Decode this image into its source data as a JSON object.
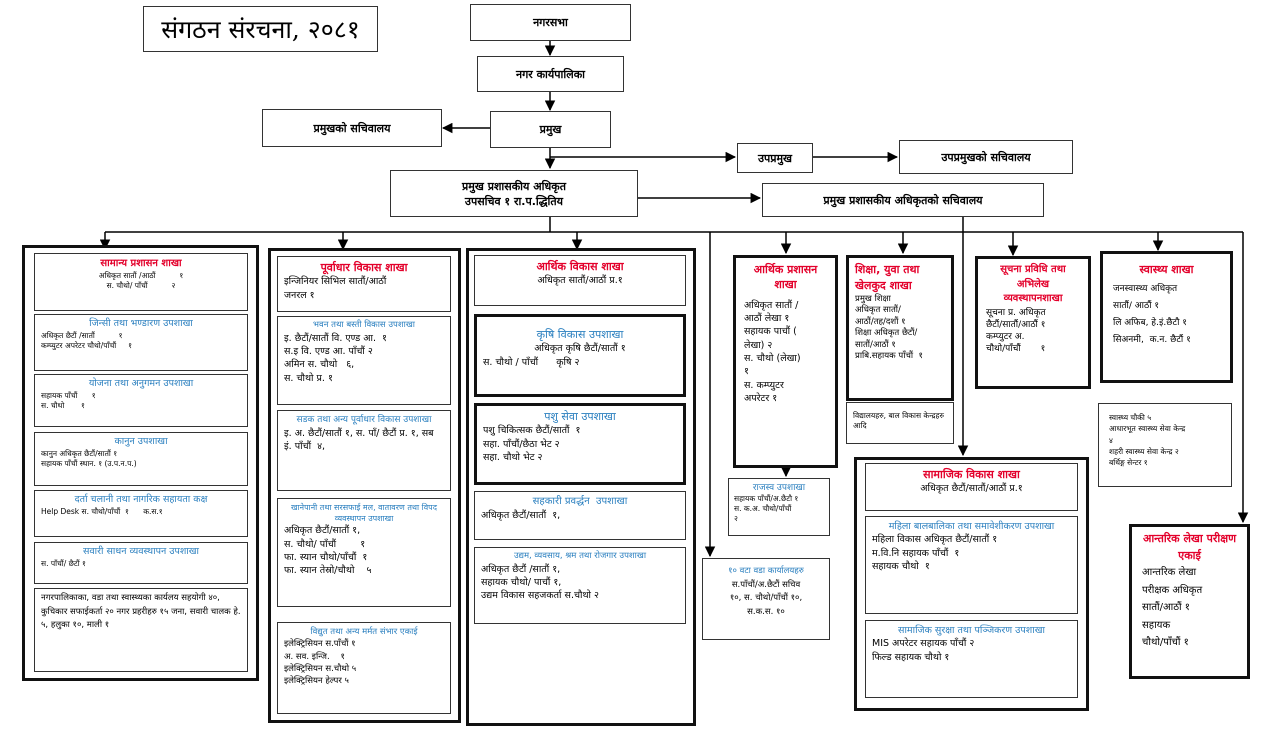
{
  "title": "संगठन संरचना, २०८१",
  "top": {
    "nagarsabha": "नगरसभा",
    "karyapalika": "नगर कार्यपालिका",
    "pramukh": "प्रमुख",
    "pramukh_sachivalaya": "प्रमुखको सचिवालय",
    "upapramukh": "उपप्रमुख",
    "upapramukh_sachivalaya": "उपप्रमुखको सचिवालय",
    "cao_line1": "प्रमुख प्रशासकीय अधिकृत",
    "cao_line2": "उपसचिव १ रा.प.द्धितिय",
    "cao_sachivalaya": "प्रमुख प्रशासकीय अधिकृतको सचिवालय"
  },
  "col1": {
    "samanya": {
      "title": "सामान्य प्रशासन शाखा",
      "lines": [
        "अधिकृत सातौं /आठौं          १",
        "स. चौथो/ पाँचौं          २"
      ]
    },
    "jinsi": {
      "title": "जिन्सी तथा भण्डारण उपशाखा",
      "lines": [
        "अधिकृत छैटौं /सातौं          १",
        "कम्प्युटर अपरेटर चौथो/पाँचौं     १"
      ]
    },
    "yojana": {
      "title": "योजना तथा अनुगमन उपशाखा",
      "lines": [
        "सहायक पाँचौं      १",
        "स. चौथो       १"
      ]
    },
    "kanun": {
      "title": "कानुन उपशाखा",
      "lines": [
        "कानुन अधिकृत छैटौं/सातौं १",
        "सहायक पाँचौं स्थान. १ (उ.प.न.प.)"
      ]
    },
    "darta": {
      "title": "दर्ता चलानी तथा नागरिक सहायता कक्ष",
      "lines": [
        "Help Desk स. चौथो/पाँचौं  १      क.स.१"
      ]
    },
    "sawari": {
      "title": "सवारी साधन व्यवस्थापन उपशाखा",
      "lines": [
        "स. पाँचौं/ छैटौं १"
      ]
    },
    "footer": "नगरपालिकाका, वडा तथा स्वास्थ्यका कार्यलय सहयोगी ४०, कुचिकार सफाईकर्ता २० नगर प्रहरीहरु १५ जना, सवारी चालक हे. ५, हलुका १०, माली १"
  },
  "col2": {
    "purwadhar": {
      "title": "पूर्वाधार विकास शाखा",
      "lines": [
        "इन्जिनियर सिभिल सातौं/आठौं",
        "जनरल १"
      ]
    },
    "bhawan": {
      "title": "भवन तथा बस्ती विकास उपशाखा",
      "lines": [
        "इ. छैटौं/सातौं वि. एण्ड आ.  १",
        "स.इ वि. एण्ड आ. पाँचौं २",
        "अमिन स. चौथो   ६,",
        "स. चौथो प्र. १"
      ]
    },
    "sadak": {
      "title": "सडक तथा अन्य पूर्वाधार विकास उपशाखा",
      "lines": [
        "इ. अ. छैटौं/सातौं १, स. पाँ/ छैटौं प्र. १, सब इं. पाँचौं  ४,"
      ]
    },
    "khanepani": {
      "title": "खानेपानी तथा सरसफाई मल, वातावरण तथा विपद व्यवस्थापन उपशाखा",
      "lines": [
        "अधिकृत छैटौं/सातौं १,",
        "स. चौथो/ पाँचौं        १",
        "फा. स्यान चौथो/पाँचौं  १",
        "फा. स्यान तेस्रो/चौथो    ५"
      ]
    },
    "bidyut": {
      "title": "विद्युत तथा अन्य मर्मत संभार एकाई",
      "lines": [
        "इलेक्ट्रिसियन स.पाँचौं १",
        "अ. सव. इन्जि.    १",
        "इलेक्ट्रिसियन स.चौथो ५",
        "इलेक्ट्रिसियन हेल्पर ५"
      ]
    }
  },
  "col3": {
    "arthik_bikas": {
      "title": "आर्थिक विकास शाखा",
      "lines": [
        "अधिकृत सातौं/आठौं प्र.१"
      ]
    },
    "krishi": {
      "title": "कृषि विकास उपशाखा",
      "lines": [
        "अधिकृत कृषि छैटौं/सातौं १",
        "स. चौथो / पाँचौं      कृषि २"
      ]
    },
    "pashu": {
      "title": "पशु सेवा उपशाखा",
      "lines": [
        "पशु चिकित्सक छैटौं/सातौं  १",
        "सहा. पाँचौं/छैठा भेट २",
        "सहा. चौथो भेट २"
      ]
    },
    "sahakari": {
      "title": "सहकारी प्रवर्द्धन  उपशाखा",
      "lines": [
        "अधिकृत छैटौं/सातौं  १,"
      ]
    },
    "udyam": {
      "title": "उद्यम, व्यवसाय, श्रम तथा रोजगार उपशाखा",
      "lines": [
        "अधिकृत छैटौं /सातौं १,",
        "सहायक चौथो/ पाचौं १,",
        "उद्यम विकास सहजकर्ता स.चौथो २"
      ]
    }
  },
  "col4": {
    "arthik_prashasan": {
      "title": "आर्थिक प्रशासन शाखा",
      "lines": [
        "अधिकृत सातौं /",
        "आठौं लेखा १",
        "सहायक पाचौं (",
        "लेखा) २",
        "स. चौथो (लेखा)",
        "१",
        "स. कम्प्युटर",
        "अपरेटर १"
      ]
    },
    "rajaswa": {
      "title": "राजस्व उपशाखा",
      "lines": [
        "सहायक पाँचौं/अ.छैटौ १",
        "स. क.अ. चौथो/पाँचौं",
        "२"
      ]
    },
    "wada": {
      "title": "१० वटा वडा कार्यालयहरु",
      "lines": [
        "स.पाँचौं/अ.छैटौं सचिव",
        "१०, स. चौथो/पाँचौं १०,",
        "स.क.स. १०"
      ]
    }
  },
  "col5": {
    "shiksha": {
      "title": "शिक्षा, युवा तथा खेलकुद शाखा",
      "lines": [
        "प्रमुख शिक्षा",
        "अधिकृत सातौं/",
        "आठौं/तह/दशौं १",
        "शिक्षा अधिकृत छैटौं/",
        "सातौं/आठौं १",
        "प्राबि.सहायक पाँचौं  १"
      ],
      "note": "विद्यालयहरु, बाल विकास केन्द्रहरु आदि"
    }
  },
  "col6": {
    "suchana": {
      "title": "सूचना प्रविधि तथा अभिलेख व्यवस्थापनशाखा",
      "lines": [
        "सूचना प्र. अधिकृत",
        "छैटौं/सातौं/आठौं १",
        "कम्प्युटर अ.",
        "चौथो/पाँचौं       १"
      ]
    }
  },
  "col7": {
    "swasthya": {
      "title": "स्वास्थ्य शाखा",
      "lines": [
        "जनस्वास्थ्य अधिकृत",
        "सातौं/ आठौं १",
        "लि अफिब, हे.इं.छैटौ १",
        "सिअनमी,  क.न. छैटौं १"
      ]
    },
    "chauki": {
      "lines": [
        "स्वास्थ्य चौकी ५",
        "आधारभूत स्वास्थ्य सेवा केन्द्र",
        "४",
        "शहरी स्वास्थ्य सेवा केन्द्र २",
        "बर्थिङ्ग सेन्टर १"
      ]
    }
  },
  "samajik": {
    "main": {
      "title": "सामाजिक विकास शाखा",
      "lines": [
        "अधिकृत छैटौं/सातौं/आठौं प्र.१"
      ]
    },
    "mahila": {
      "title": "महिला बालबालिका तथा समावेशीकरण उपशाखा",
      "lines": [
        "महिला विकास अधिकृत छैटौं/सातौं १",
        "म.वि.नि सहायक पाँचौं  १",
        "सहायक चौथो  १"
      ]
    },
    "suraksha": {
      "title": "सामाजिक सुरक्षा तथा पञ्जिकरण उपशाखा",
      "lines": [
        "MIS अपरेटर सहायक पाँचौं २",
        "फिल्ड सहायक चौथो १"
      ]
    }
  },
  "lekha": {
    "title": "आन्तरिक लेखा परीक्षण एकाई",
    "lines": [
      "आन्तरिक लेखा",
      "परीक्षक अधिकृत",
      "सातौं/आठौं १",
      "सहायक",
      "चौथो/पाँचौं १"
    ]
  }
}
